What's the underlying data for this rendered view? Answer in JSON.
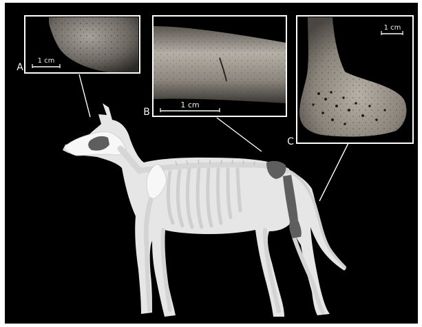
{
  "panels": [
    {
      "letter": "A",
      "scale_label": "1 cm"
    },
    {
      "letter": "B",
      "scale_label": "1 cm"
    },
    {
      "letter": "C",
      "scale_label": "1 cm"
    }
  ],
  "colors": {
    "background": "#000000",
    "dog_body": "#e6e6e6",
    "skeleton": "#f7f7f7",
    "highlighted_bones": "#5e5e5e",
    "panel_border": "#ffffff"
  }
}
